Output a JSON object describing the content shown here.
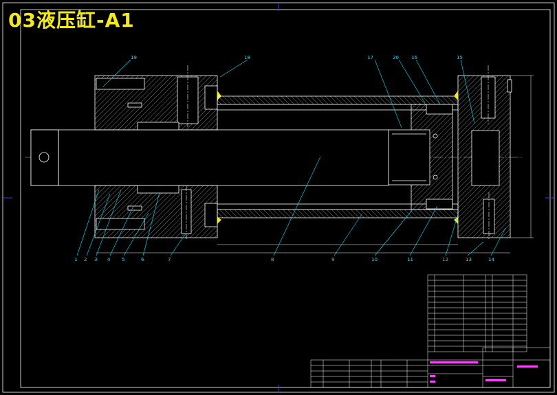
{
  "title": "03液压缸-A1",
  "colors": {
    "background": "#000000",
    "outline": "#ffffff",
    "leader": "#00e5ff",
    "title": "#f2ea1f",
    "accent": "#ff40ff",
    "frame_mark": "#2a3cff"
  },
  "callouts_top": [
    "19",
    "18",
    "17",
    "20",
    "16",
    "15"
  ],
  "callouts_bottom": [
    "1",
    "2",
    "3",
    "4",
    "5",
    "6",
    "7",
    "8",
    "9",
    "10",
    "11",
    "12",
    "13",
    "14"
  ]
}
